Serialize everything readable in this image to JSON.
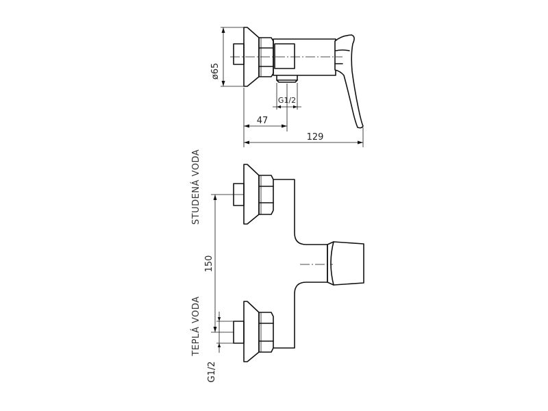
{
  "dimensions": {
    "diameter_label": "ø65",
    "side_thread_label": "G1/2",
    "offset_label": "47",
    "length_label": "129",
    "spacing_label": "150",
    "front_thread_label": "G1/2"
  },
  "labels": {
    "cold_water": "STUDENÁ VODA",
    "hot_water": "TEPLÁ VODA"
  }
}
